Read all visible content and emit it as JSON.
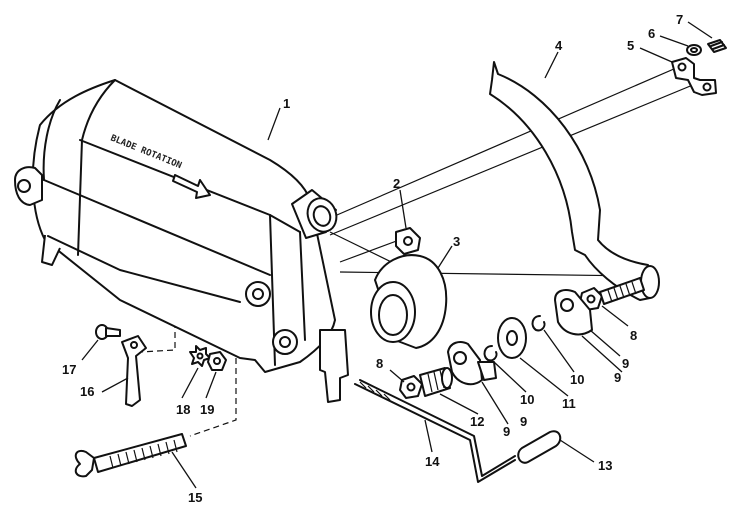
{
  "guard_engraving": "BLADE ROTATION",
  "callouts": {
    "p1": "1",
    "p2": "2",
    "p3": "3",
    "p4": "4",
    "p5": "5",
    "p6": "6",
    "p7": "7",
    "p8a": "8",
    "p8b": "8",
    "p9a": "9",
    "p9b": "9",
    "p9c": "9",
    "p9d": "9",
    "p10a": "10",
    "p10b": "10",
    "p11": "11",
    "p12": "12",
    "p13": "13",
    "p14": "14",
    "p15": "15",
    "p16": "16",
    "p17": "17",
    "p18": "18",
    "p19": "19"
  }
}
